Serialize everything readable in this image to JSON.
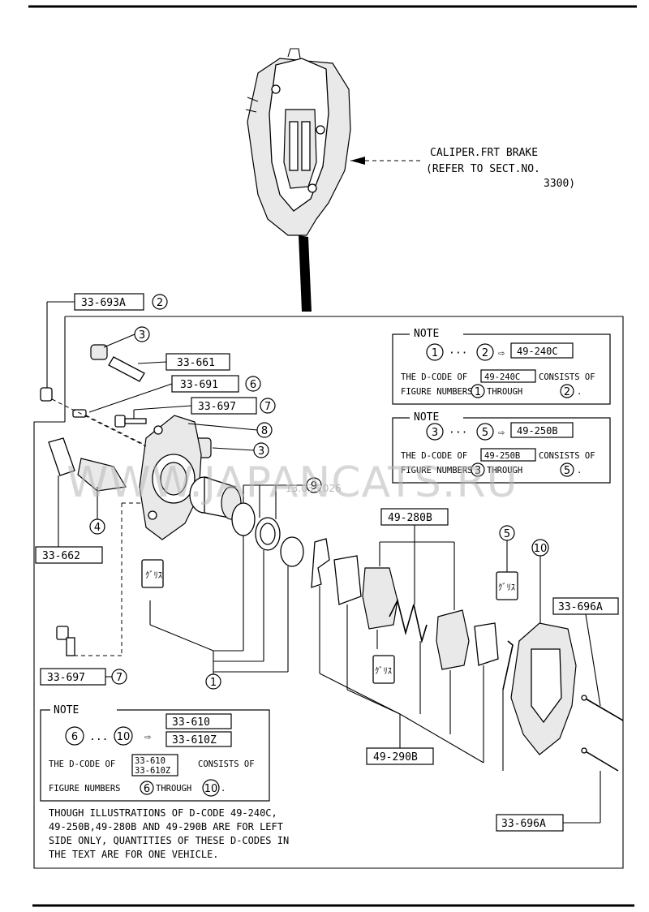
{
  "caliper_callout": {
    "line1": "CALIPER.FRT BRAKE",
    "line2": "(REFER TO SECT.NO.",
    "line3": "3300)"
  },
  "part_labels": {
    "p33_693A": "33-693A",
    "p33_661": "33-661",
    "p33_691": "33-691",
    "p33_697_top": "33-697",
    "p33_662": "33-662",
    "p33_697_bottom": "33-697",
    "p49_280B": "49-280B",
    "p49_290B": "49-290B",
    "p33_696A_top": "33-696A",
    "p33_696A_bottom": "33-696A"
  },
  "figure_numbers": {
    "n1": "1",
    "n2": "2",
    "n3": "3",
    "n4": "4",
    "n5": "5",
    "n6": "6",
    "n7": "7",
    "n8": "8",
    "n9": "9",
    "n10": "10"
  },
  "note1": {
    "title": "NOTE",
    "from": "1",
    "dots": "···",
    "to": "2",
    "arrow": "⇨",
    "code": "49-240C",
    "line_a": "THE D-CODE OF",
    "line_b": "CONSISTS OF",
    "line_c": "FIGURE NUMBERS",
    "through": "THROUGH",
    "end": "."
  },
  "note2": {
    "title": "NOTE",
    "from": "3",
    "dots": "···",
    "to": "5",
    "arrow": "⇨",
    "code": "49-250B",
    "line_a": "THE D-CODE OF",
    "line_b": "CONSISTS OF",
    "line_c": "FIGURE NUMBERS",
    "through": "THROUGH",
    "end": "."
  },
  "note3": {
    "title": "NOTE",
    "from": "6",
    "dots": "...",
    "to": "10",
    "arrow": "⇨",
    "code1": "33-610",
    "code2": "33-610Z",
    "line_a": "THE D-CODE OF",
    "line_b": "CONSISTS OF",
    "line_c": "FIGURE NUMBERS",
    "through": "THROUGH",
    "end": "."
  },
  "footnote": {
    "line1": "THOUGH ILLUSTRATIONS OF D-CODE 49-240C,",
    "line2": "49-250B,49-280B AND 49-290B ARE FOR LEFT",
    "line3": "SIDE ONLY, QUANTITIES OF THESE D-CODES IN",
    "line4": "THE TEXT ARE FOR ONE VEHICLE."
  },
  "watermark": {
    "text": "WWW.JAPANCATS.RU",
    "date": "13.03.2026"
  }
}
